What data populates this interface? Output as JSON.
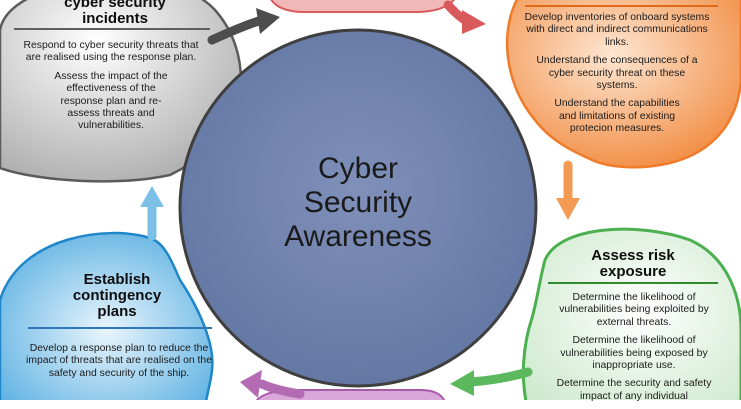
{
  "colors": {
    "center_fill": "#6d7faa",
    "gray": "#d4d4d4",
    "gray_rule": "#5f5f5f",
    "orange": "#f39a54",
    "green": "#5cb85c",
    "blue": "#7cc0e8",
    "blue_rule": "#2f77b6",
    "red_accent": "#d85a5a",
    "purple_accent": "#b36bb3"
  },
  "center": {
    "line1": "Cyber",
    "line2": "Security",
    "line3": "Awareness"
  },
  "respond": {
    "title_line1": "cyber security",
    "title_line2": "incidents",
    "paragraph1": "Respond to cyber security threats that are realised using the response plan.",
    "paragraph2": "Assess the impact of the effectiveness of the response plan and re-assess threats and vulnerabilities."
  },
  "identify": {
    "paragraph1": "Develop inventories of onboard systems with direct and indirect communications links.",
    "paragraph2": "Understand the consequences of a cyber security threat on these systems.",
    "paragraph3": "Understand the capabilities and limitations of existing protecion measures."
  },
  "assess": {
    "title_line1": "Assess risk",
    "title_line2": "exposure",
    "paragraph1": "Determine the likelihood of vulnerabilities being exploited by external threats.",
    "paragraph2": "Determine the likelihood of vulnerabilities being exposed by inappropriate use.",
    "paragraph3": "Determine the security and safety impact of any individual"
  },
  "contingency": {
    "title_line1": "Establish",
    "title_line2": "contingency",
    "title_line3": "plans",
    "paragraph1": "Develop a response plan to reduce the impact of threats that are realised on the safety and security of the ship."
  }
}
